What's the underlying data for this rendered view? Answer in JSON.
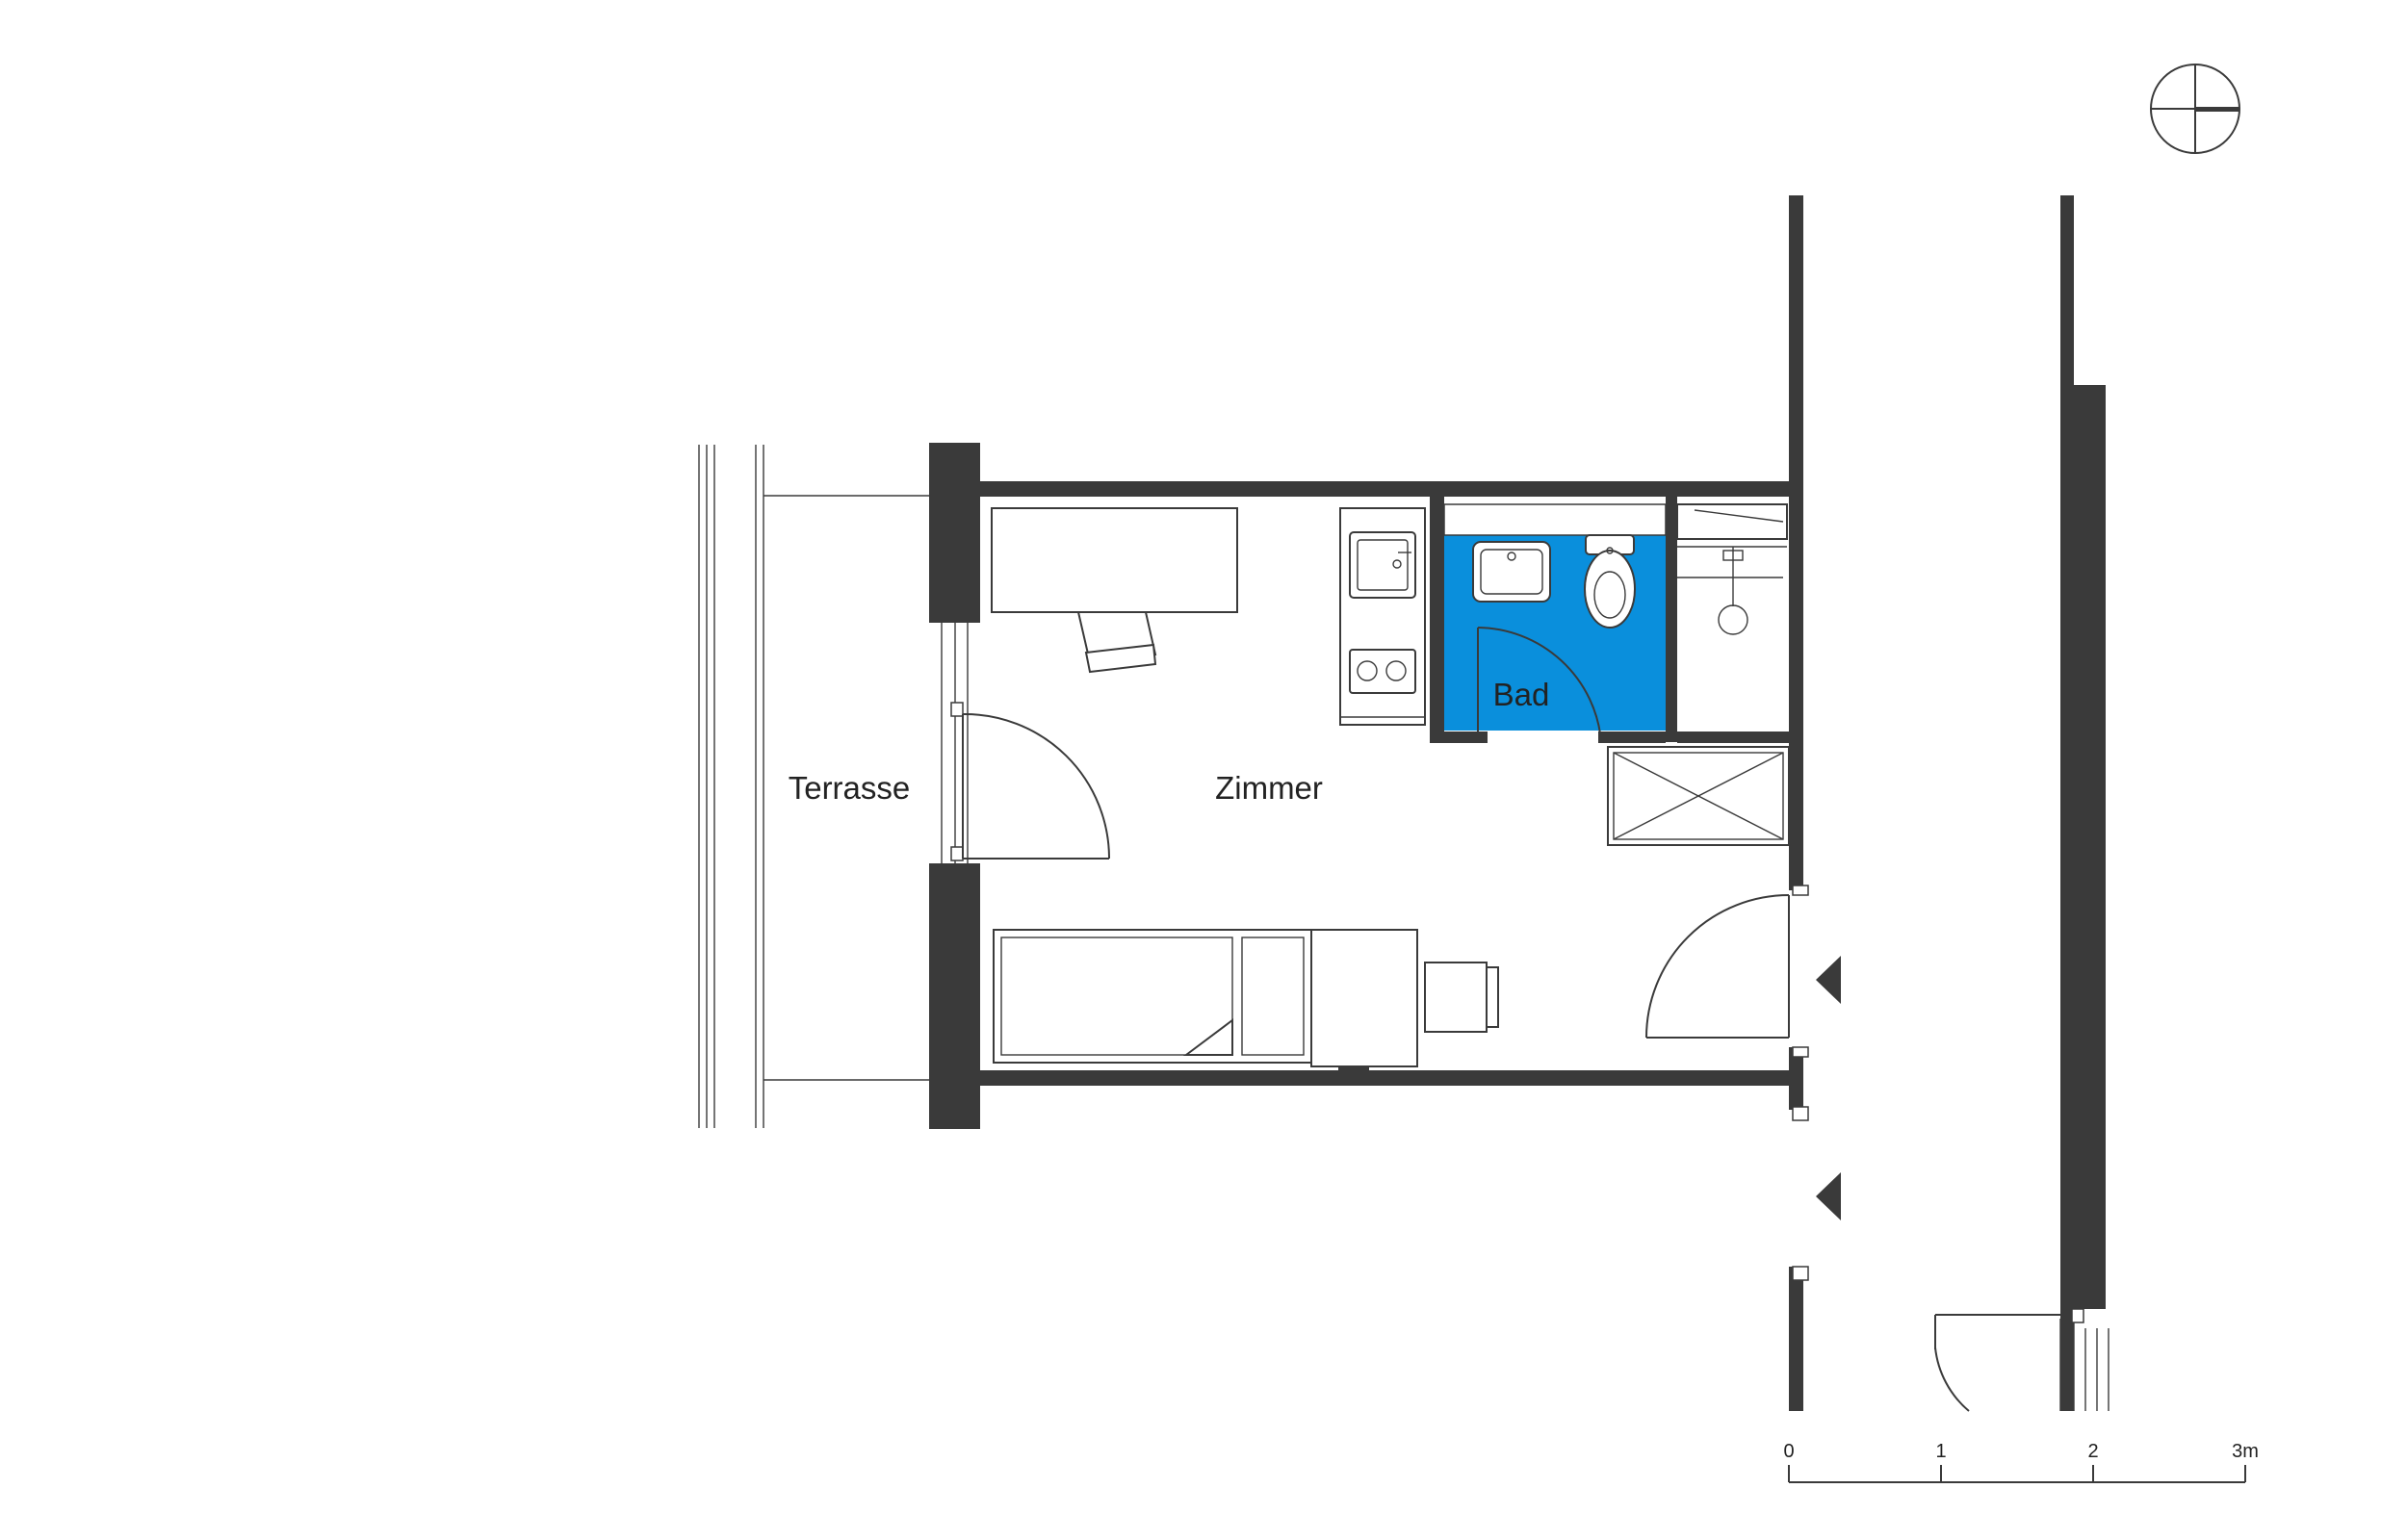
{
  "rooms": {
    "terrasse": "Terrasse",
    "zimmer": "Zimmer",
    "bad": "Bad"
  },
  "scale_bar": {
    "labels": [
      "0",
      "1",
      "2",
      "3m"
    ]
  },
  "colors": {
    "wall": "#3a3a3a",
    "bathroom_fill": "#0a8fdc",
    "line": "#3a3a3a",
    "background": "#ffffff"
  },
  "icons": {
    "north_arrow": "north-arrow-icon",
    "entrance_marker": "triangle-left-icon"
  }
}
